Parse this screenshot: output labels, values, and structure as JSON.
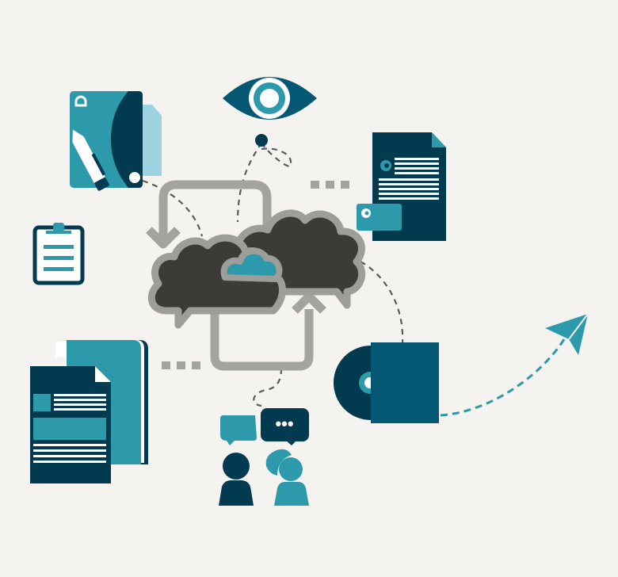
{
  "illustration": {
    "title": "Cloud data workflow illustration",
    "background": "#f3f2ef",
    "palette": {
      "navy": "#023a4f",
      "dark_blue": "#045873",
      "teal": "#2d9aab",
      "light_teal": "#9fd2e0",
      "cloud_dark": "#3b3b37",
      "cloud_outline": "#9d9d9a",
      "arrow_gray": "#a3a3a0",
      "dash_gray": "#5a5a58",
      "white": "#ffffff"
    },
    "elements": [
      {
        "name": "document-with-pen",
        "icon": "document-pen-icon"
      },
      {
        "name": "eye",
        "icon": "eye-icon"
      },
      {
        "name": "text-document",
        "icon": "text-document-icon"
      },
      {
        "name": "clipboard",
        "icon": "clipboard-icon"
      },
      {
        "name": "cloud-exchange",
        "icon": "cloud-icon"
      },
      {
        "name": "book-with-document",
        "icon": "book-icon"
      },
      {
        "name": "cd-case",
        "icon": "disc-icon"
      },
      {
        "name": "paper-plane",
        "icon": "paper-plane-icon"
      },
      {
        "name": "chat-people",
        "icon": "chat-users-icon"
      }
    ],
    "chat_bubble_text": "•••"
  }
}
